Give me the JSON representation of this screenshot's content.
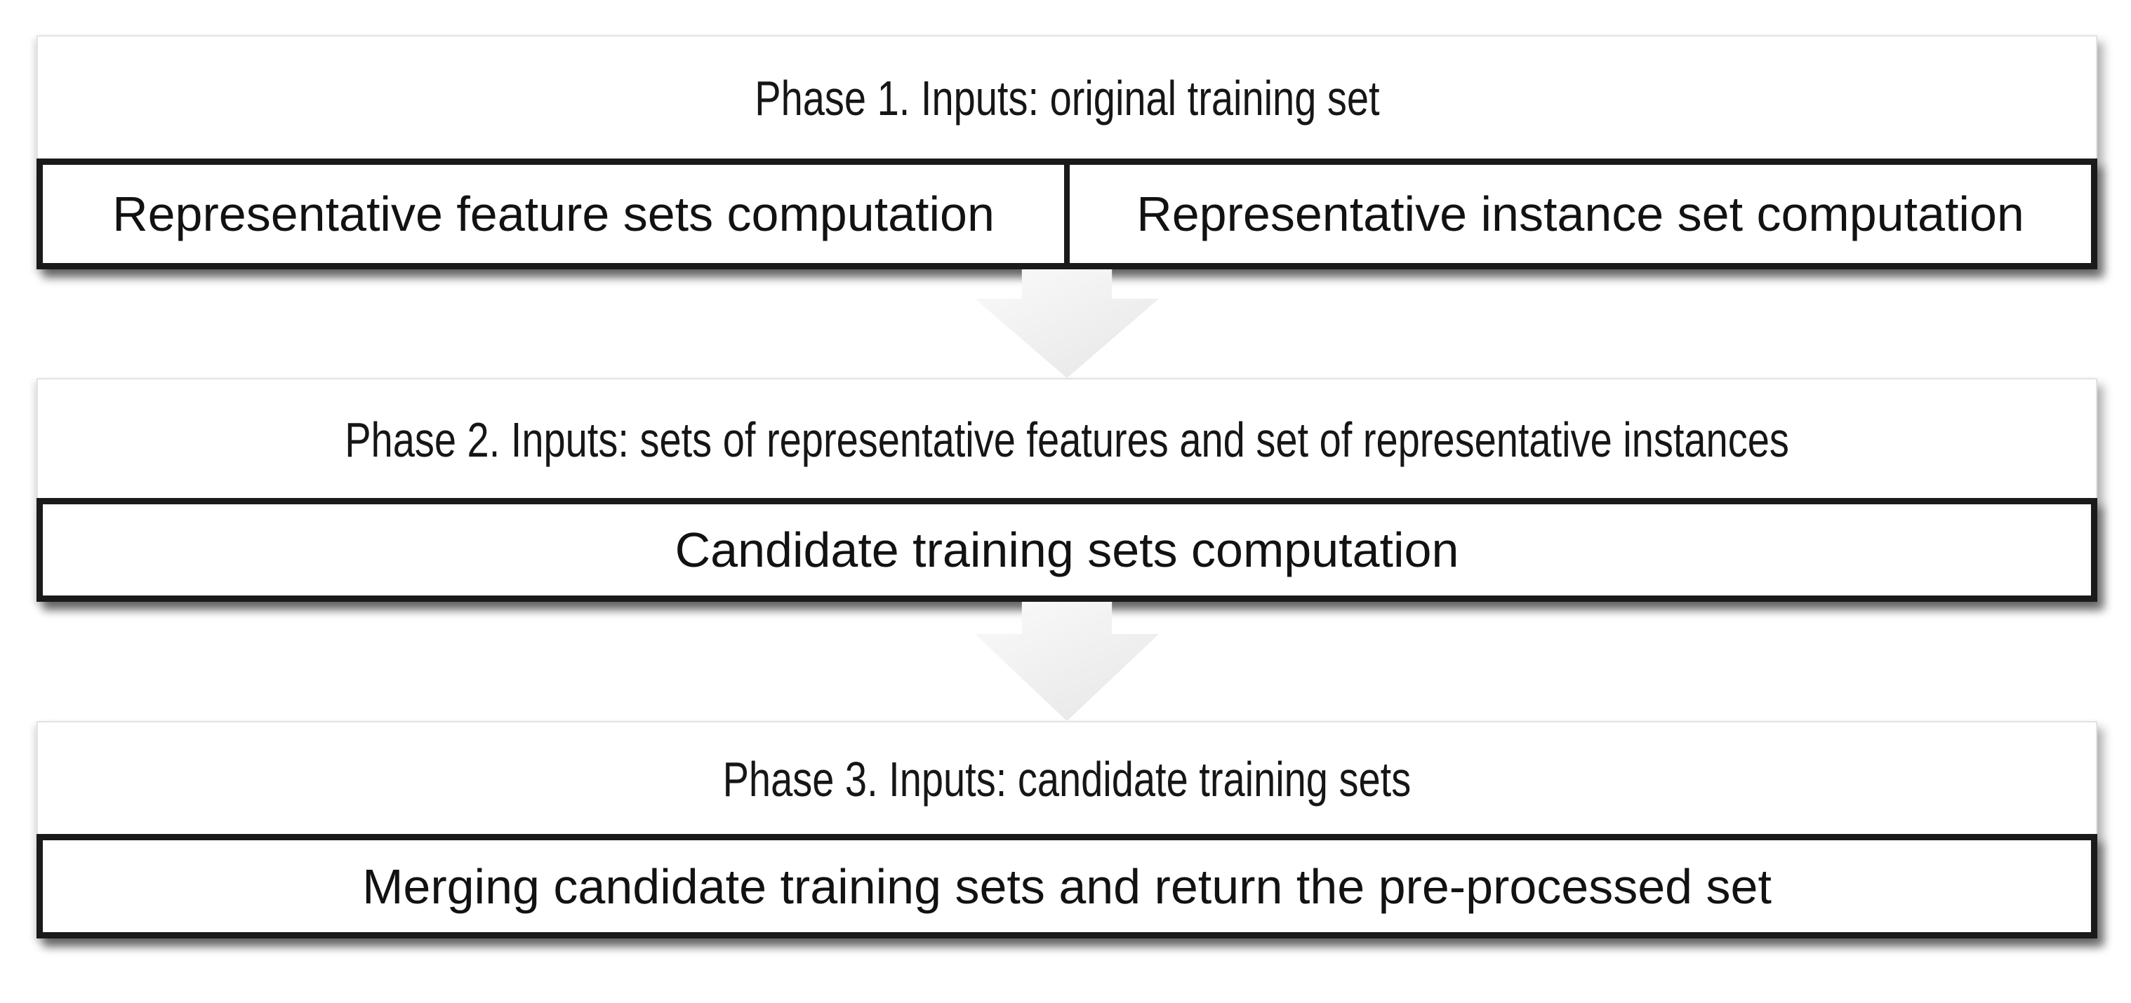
{
  "figure": {
    "description": "Three-phase training set pre-processing flow diagram"
  },
  "phases": [
    {
      "title": "Phase 1. Inputs: original training set",
      "steps": [
        "Representative feature sets computation",
        "Representative instance set computation"
      ]
    },
    {
      "title": "Phase 2. Inputs: sets of representative features and set of representative instances",
      "steps": [
        "Candidate training sets computation"
      ]
    },
    {
      "title": "Phase 3. Inputs: candidate training sets",
      "steps": [
        "Merging candidate training sets and return the pre-processed set"
      ]
    }
  ],
  "colors": {
    "background": "#ffffff",
    "box_border_black": "#1a1a1a",
    "title_border_gray": "#e3e3e3",
    "arrow_fill": "#efefef",
    "text": "#161616"
  }
}
